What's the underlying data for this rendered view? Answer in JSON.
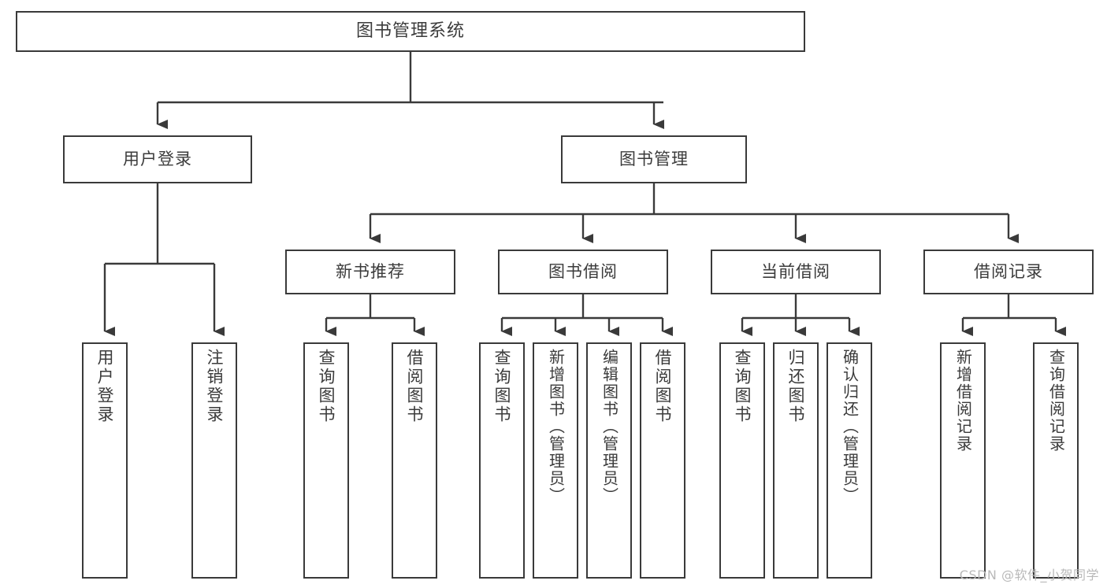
{
  "diagram": {
    "title": "图书管理系统",
    "style": {
      "box_border_color": "#3a3a3a",
      "box_fill": "#ffffff",
      "edge_color": "#3a3a3a",
      "text_color": "#3b3b3b",
      "background": "#ffffff"
    },
    "root": {
      "label": "图书管理系统"
    },
    "level2": [
      {
        "label": "用户登录"
      },
      {
        "label": "图书管理"
      }
    ],
    "level3": [
      {
        "label": "新书推荐"
      },
      {
        "label": "图书借阅"
      },
      {
        "label": "当前借阅"
      },
      {
        "label": "借阅记录"
      }
    ],
    "leaves": {
      "user_login": [
        {
          "label": "用户登录"
        },
        {
          "label": "注销登录"
        }
      ],
      "new_book": [
        {
          "label": "查询图书"
        },
        {
          "label": "借阅图书"
        }
      ],
      "borrow_book": [
        {
          "label": "查询图书"
        },
        {
          "label": "新增图书（管理员）"
        },
        {
          "label": "编辑图书（管理员）"
        },
        {
          "label": "借阅图书"
        }
      ],
      "current_borrow": [
        {
          "label": "查询图书"
        },
        {
          "label": "归还图书"
        },
        {
          "label": "确认归还（管理员）"
        }
      ],
      "borrow_record": [
        {
          "label": "新增借阅记录"
        },
        {
          "label": "查询借阅记录"
        }
      ]
    }
  },
  "watermark": {
    "text": "CSDN @软件_小贺同学"
  }
}
